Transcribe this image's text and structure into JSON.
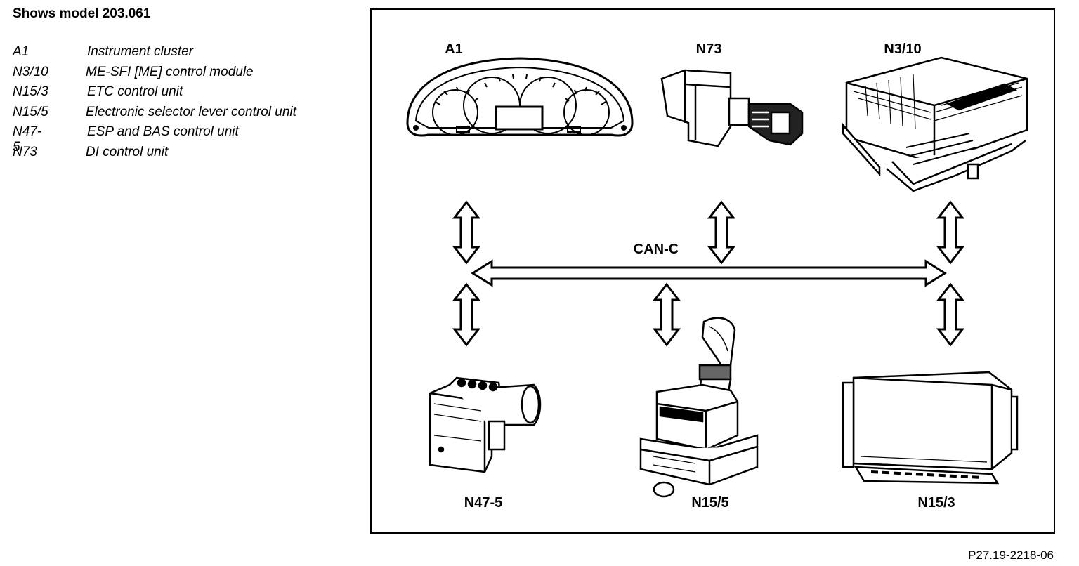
{
  "title": "Shows model 203.061",
  "legend": [
    {
      "code": "A1",
      "description": "Instrument cluster"
    },
    {
      "code": "N3/10",
      "description": "ME-SFI [ME] control module"
    },
    {
      "code": "N15/3",
      "description": "ETC control unit"
    },
    {
      "code": "N15/5",
      "description": "Electronic selector lever control unit"
    },
    {
      "code": "N47-5",
      "description": "ESP and BAS control unit"
    },
    {
      "code": "N73",
      "description": "DI control unit"
    }
  ],
  "diagram": {
    "bus_label": "CAN-C",
    "components": {
      "a1": "A1",
      "n73": "N73",
      "n3_10": "N3/10",
      "n47_5": "N47-5",
      "n15_5": "N15/5",
      "n15_3": "N15/3"
    }
  },
  "figure_id": "P27.19-2218-06"
}
